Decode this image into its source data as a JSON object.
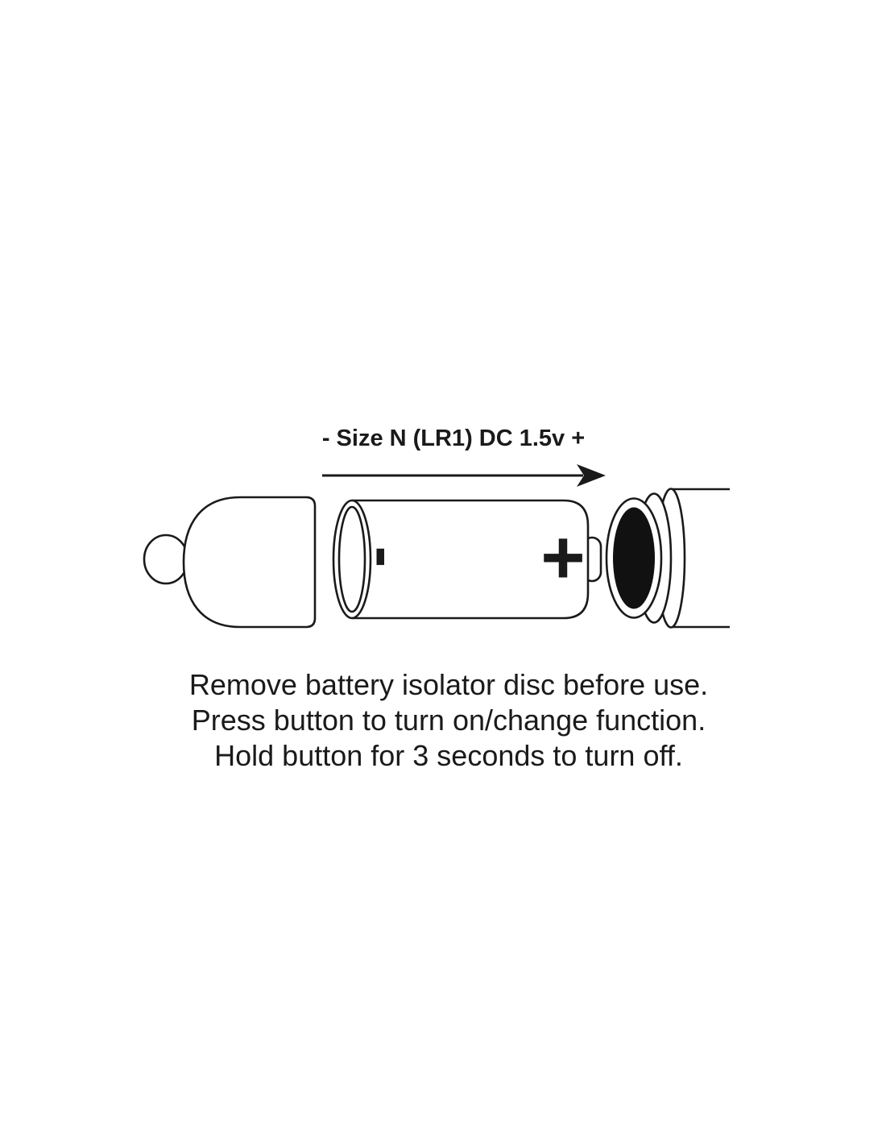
{
  "diagram": {
    "size_label": "- Size N (LR1) DC 1.5v +",
    "battery": {
      "minus_symbol": "-",
      "plus_symbol": "+"
    },
    "colors": {
      "stroke": "#1a1a1a",
      "disc_fill": "#111111",
      "background": "#ffffff"
    }
  },
  "instructions": {
    "lines": [
      "Remove battery isolator disc before use.",
      "Press button to turn on/change function.",
      "Hold button for 3 seconds to turn off."
    ]
  }
}
